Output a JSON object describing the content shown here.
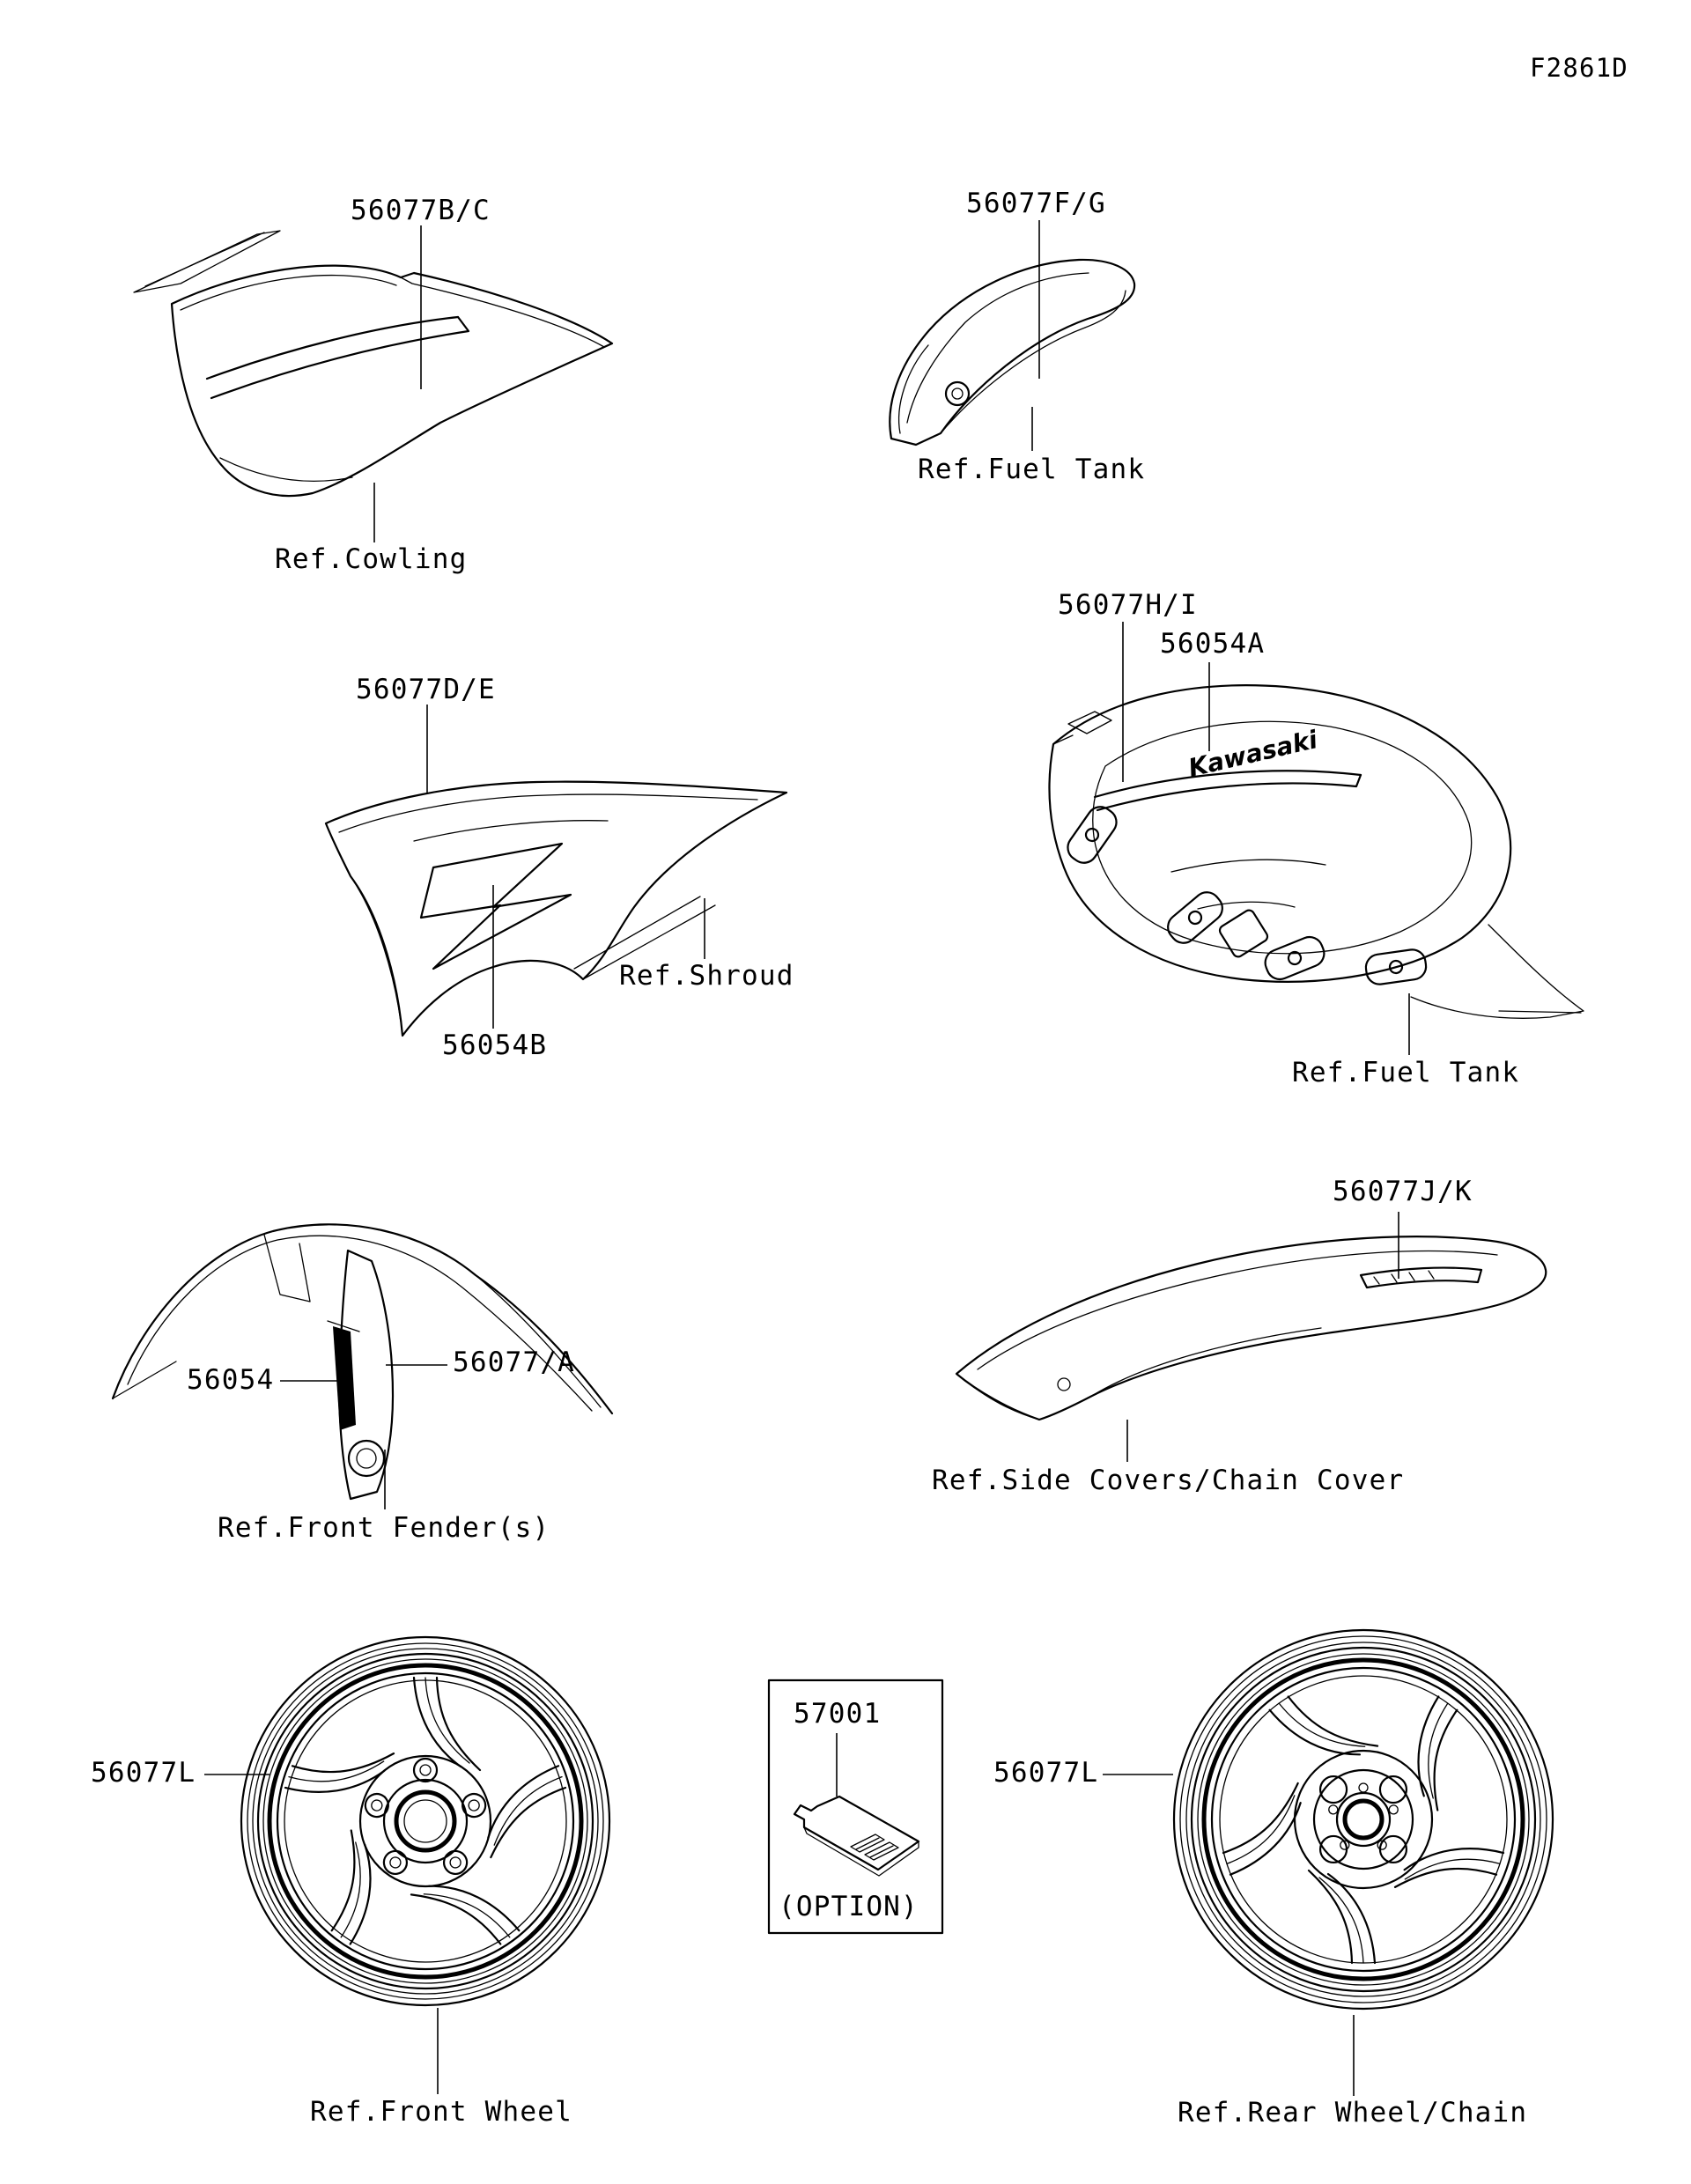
{
  "meta": {
    "figure_code": "F2861D"
  },
  "sections": {
    "cowling": {
      "part": "56077B/C",
      "ref": "Ref.Cowling"
    },
    "fuel_tank_cover": {
      "part": "56077F/G",
      "ref": "Ref.Fuel Tank"
    },
    "shroud": {
      "part": "56077D/E",
      "decal": "56054B",
      "ref": "Ref.Shroud"
    },
    "fuel_tank_top": {
      "part": "56077H/I",
      "decal": "56054A",
      "ref": "Ref.Fuel Tank",
      "logo": "Kawasaki"
    },
    "front_fender": {
      "decal": "56054",
      "part": "56077/A",
      "ref": "Ref.Front Fender(s)"
    },
    "side_cover": {
      "part": "56077J/K",
      "ref": "Ref.Side Covers/Chain Cover"
    },
    "front_wheel": {
      "part": "56077L",
      "ref": "Ref.Front Wheel"
    },
    "rear_wheel": {
      "part": "56077L",
      "ref": "Ref.Rear Wheel/Chain"
    },
    "option_item": {
      "part": "57001",
      "caption": "(OPTION)"
    }
  }
}
